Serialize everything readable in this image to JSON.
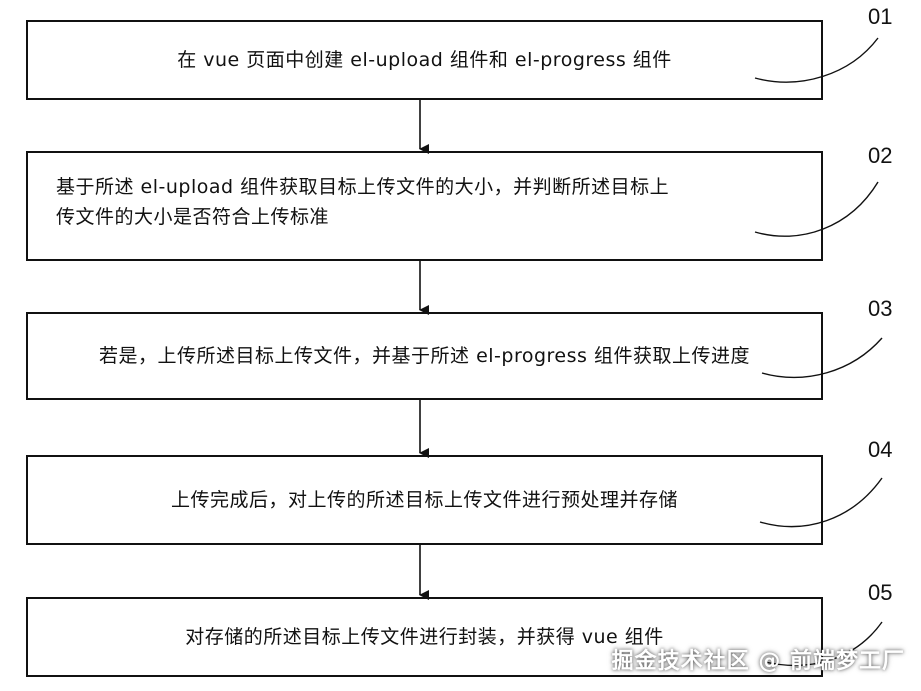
{
  "steps": [
    {
      "number": "01",
      "text": "在 vue 页面中创建 el-upload 组件和 el-progress 组件"
    },
    {
      "number": "02",
      "text": "基于所述 el-upload 组件获取目标上传文件的大小，并判断所述目标上\n传文件的大小是否符合上传标准"
    },
    {
      "number": "03",
      "text": "若是，上传所述目标上传文件，并基于所述 el-progress 组件获取上传进度"
    },
    {
      "number": "04",
      "text": "上传完成后，对上传的所述目标上传文件进行预处理并存储"
    },
    {
      "number": "05",
      "text": "对存储的所述目标上传文件进行封装，并获得 vue 组件"
    }
  ],
  "watermark": "掘金技术社区 @ 前端梦工厂"
}
